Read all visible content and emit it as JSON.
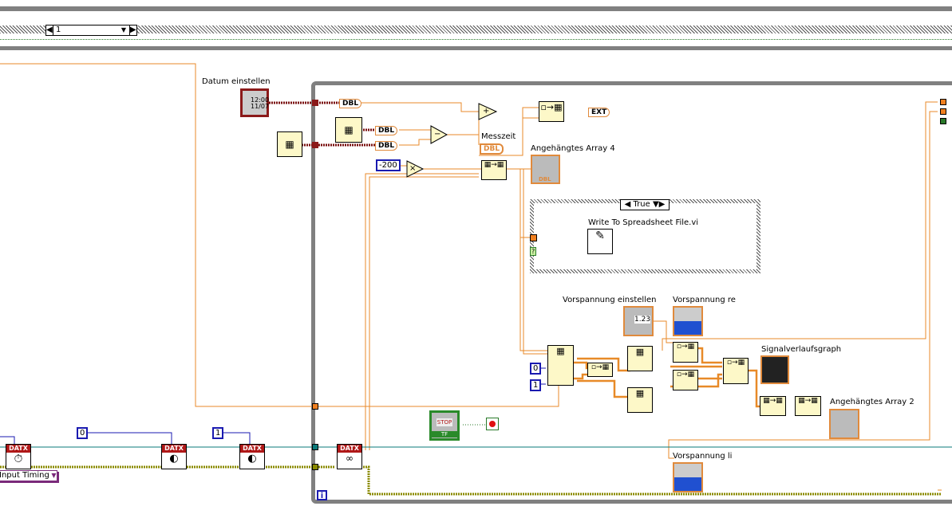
{
  "sequence": {
    "frame_selector": "1"
  },
  "case_structure": {
    "selector": "True"
  },
  "labels": {
    "datum": "Datum einstellen",
    "messzeit": "Messzeit",
    "array4": "Angehängtes Array 4",
    "write_vi": "Write To Spreadsheet File.vi",
    "vorsp_einstellen": "Vorspannung einstellen",
    "vorsp_re": "Vorspannung re",
    "signal": "Signalverlaufsgraph",
    "array2": "Angehängtes Array 2",
    "vorsp_li": "Vorspannung li"
  },
  "constants": {
    "c200": "-200",
    "c0a": "0",
    "c1a": "1",
    "c0b": "0",
    "c1b": "1"
  },
  "terminals": {
    "dbl": "DBL",
    "ext": "EXT",
    "stop": "STOP",
    "tf": "TF",
    "num": "1.23",
    "datx": "DATX",
    "loop_i": "i",
    "clock": "12:00 11/07",
    "plus": "+",
    "minus": "−",
    "times": "×",
    "q": "?"
  },
  "timing_ring": "Input Timing",
  "colors": {
    "wire_orange": "#e88a28",
    "wire_dbl": "#f0a050",
    "wire_teal": "#0a7a7a",
    "wire_error": "#8a8a00",
    "loop_gray": "#808080",
    "timestamp": "#8b1a1a"
  }
}
